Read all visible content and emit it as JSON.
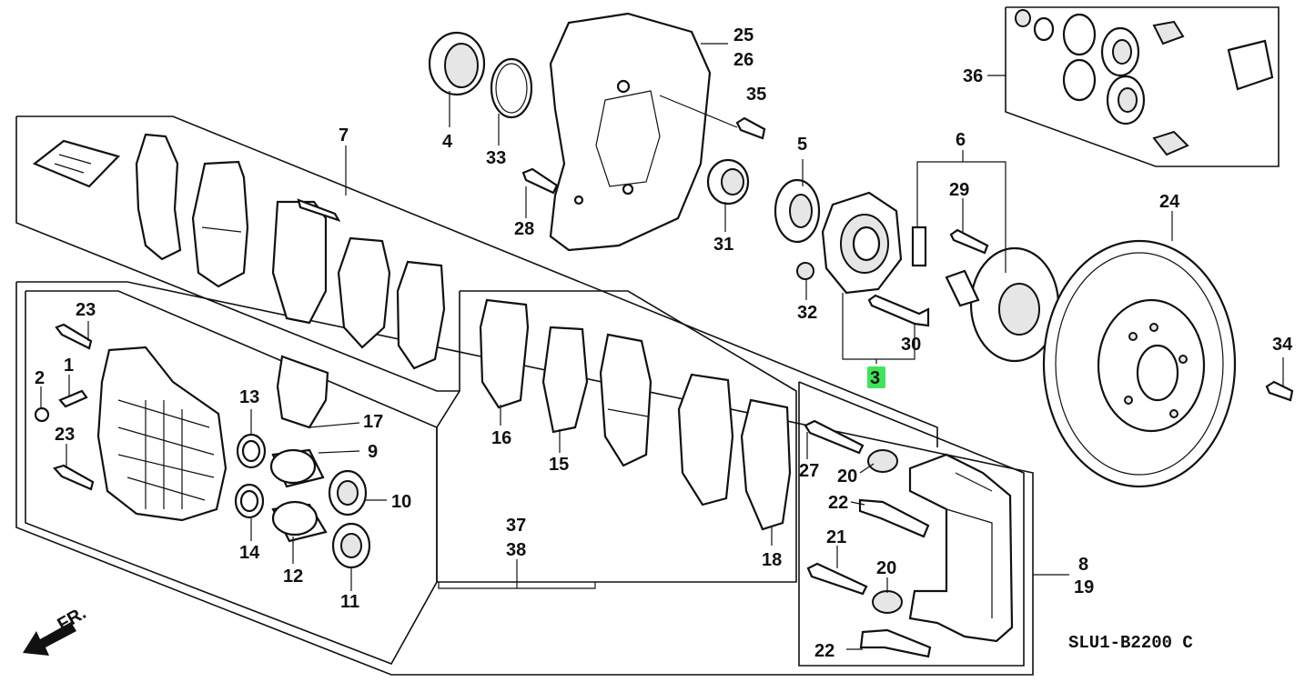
{
  "diagram_code": "SLU1-B2200 C",
  "direction_label": "FR.",
  "highlight_color": "#3ee55a",
  "highlighted_part": "3",
  "labels": {
    "p1": "1",
    "p2": "2",
    "p3": "3",
    "p4": "4",
    "p5": "5",
    "p6": "6",
    "p7": "7",
    "p8": "8",
    "p9": "9",
    "p10": "10",
    "p11": "11",
    "p12": "12",
    "p13": "13",
    "p14": "14",
    "p15": "15",
    "p16": "16",
    "p17": "17",
    "p18": "18",
    "p19": "19",
    "p20a": "20",
    "p20b": "20",
    "p21": "21",
    "p22a": "22",
    "p22b": "22",
    "p23a": "23",
    "p23b": "23",
    "p24": "24",
    "p25": "25",
    "p26": "26",
    "p27": "27",
    "p28": "28",
    "p29": "29",
    "p30": "30",
    "p31": "31",
    "p32": "32",
    "p33": "33",
    "p34": "34",
    "p35": "35",
    "p36": "36",
    "p37": "37",
    "p38": "38"
  }
}
